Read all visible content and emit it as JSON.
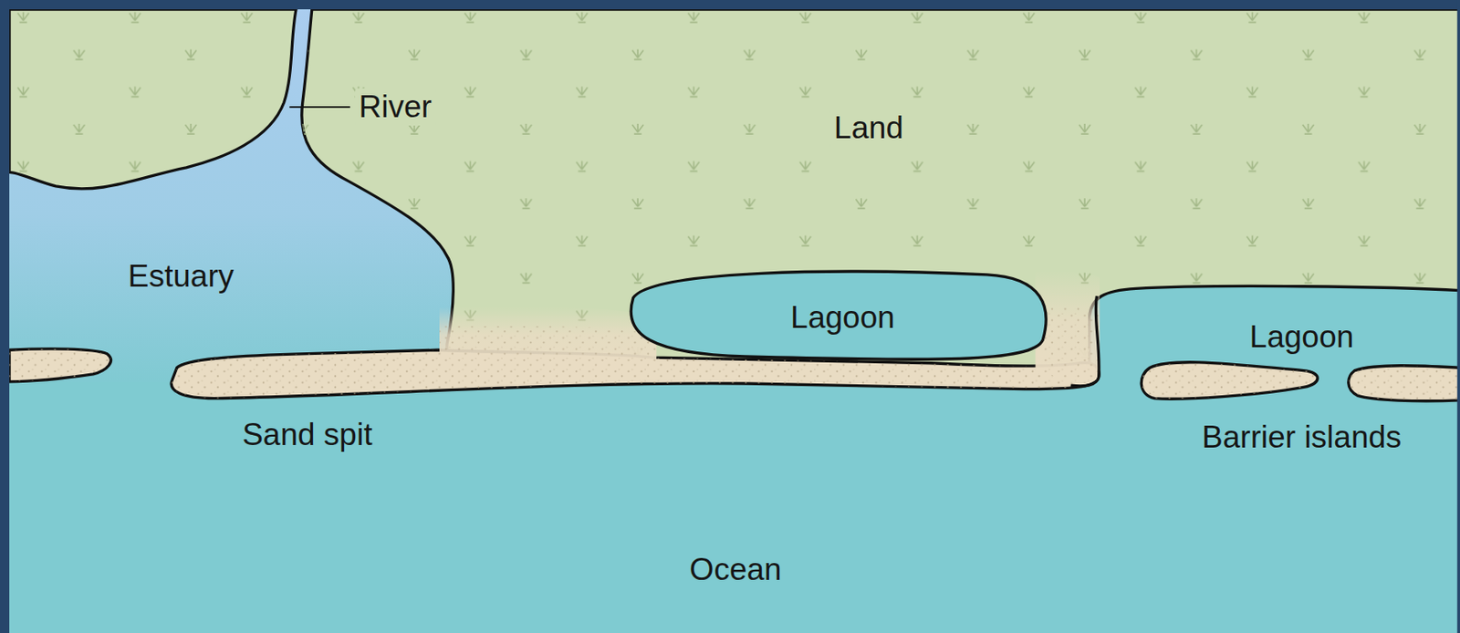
{
  "diagram": {
    "labels": [
      "River",
      "Land",
      "Estuary",
      "Lagoon",
      "Lagoon",
      "Sand spit",
      "Barrier islands",
      "Ocean"
    ]
  }
}
